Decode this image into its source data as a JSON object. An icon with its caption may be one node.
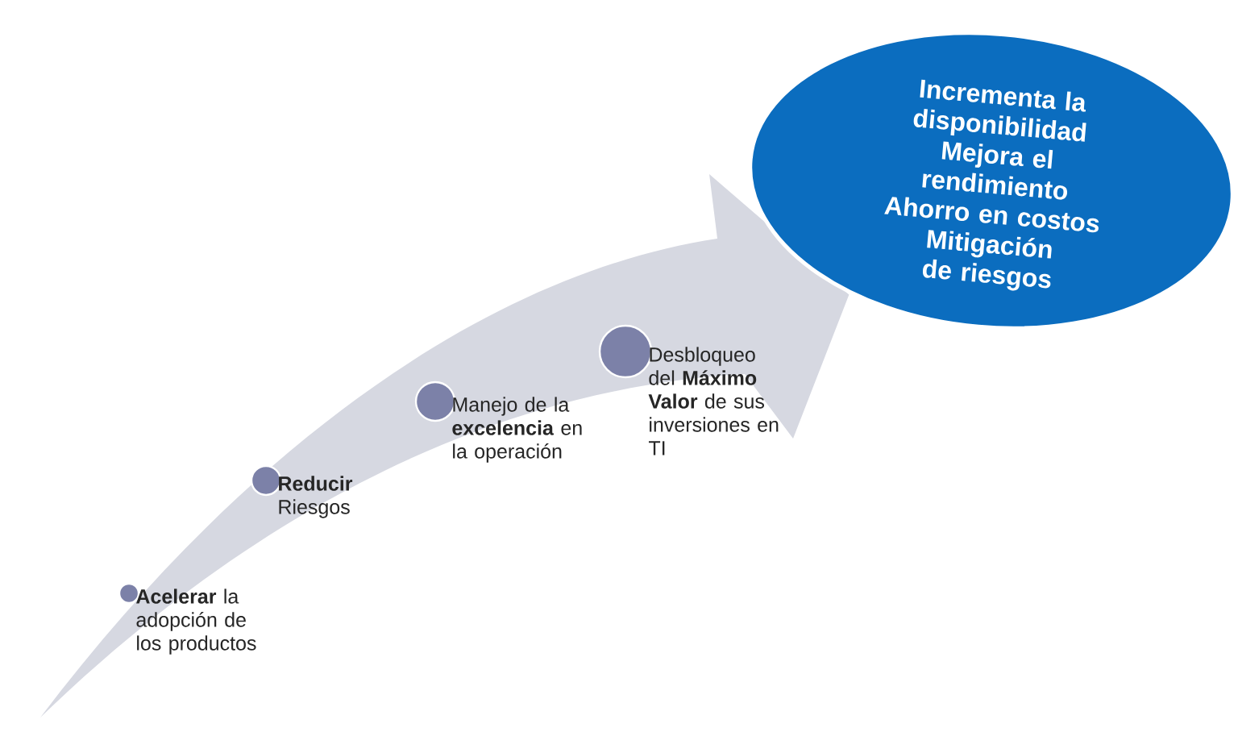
{
  "diagram": {
    "nodes": [
      {
        "text": [],
        "shape": "circle",
        "beside": [
          "**Acelerar** la adopción de los productos"
        ]
      },
      {
        "text": [],
        "shape": "circle",
        "beside": [
          "**Reducir** Riesgos"
        ]
      },
      {
        "text": [],
        "shape": "circle",
        "beside": [
          "Manejo de la **excelencia** en la operación"
        ]
      },
      {
        "text": [],
        "shape": "circle",
        "beside": [
          "Desbloqueo del **Máximo Valor** de sus inversiones en TI"
        ]
      },
      {
        "text": [
          "Incrementa la disponibilidad",
          "Mejora el rendimiento",
          "Ahorro en costos",
          "Mitigación de riesgos"
        ]
      }
    ],
    "edges": [
      {
        "from": null,
        "to": 4,
        "arrow": "to"
      }
    ]
  }
}
